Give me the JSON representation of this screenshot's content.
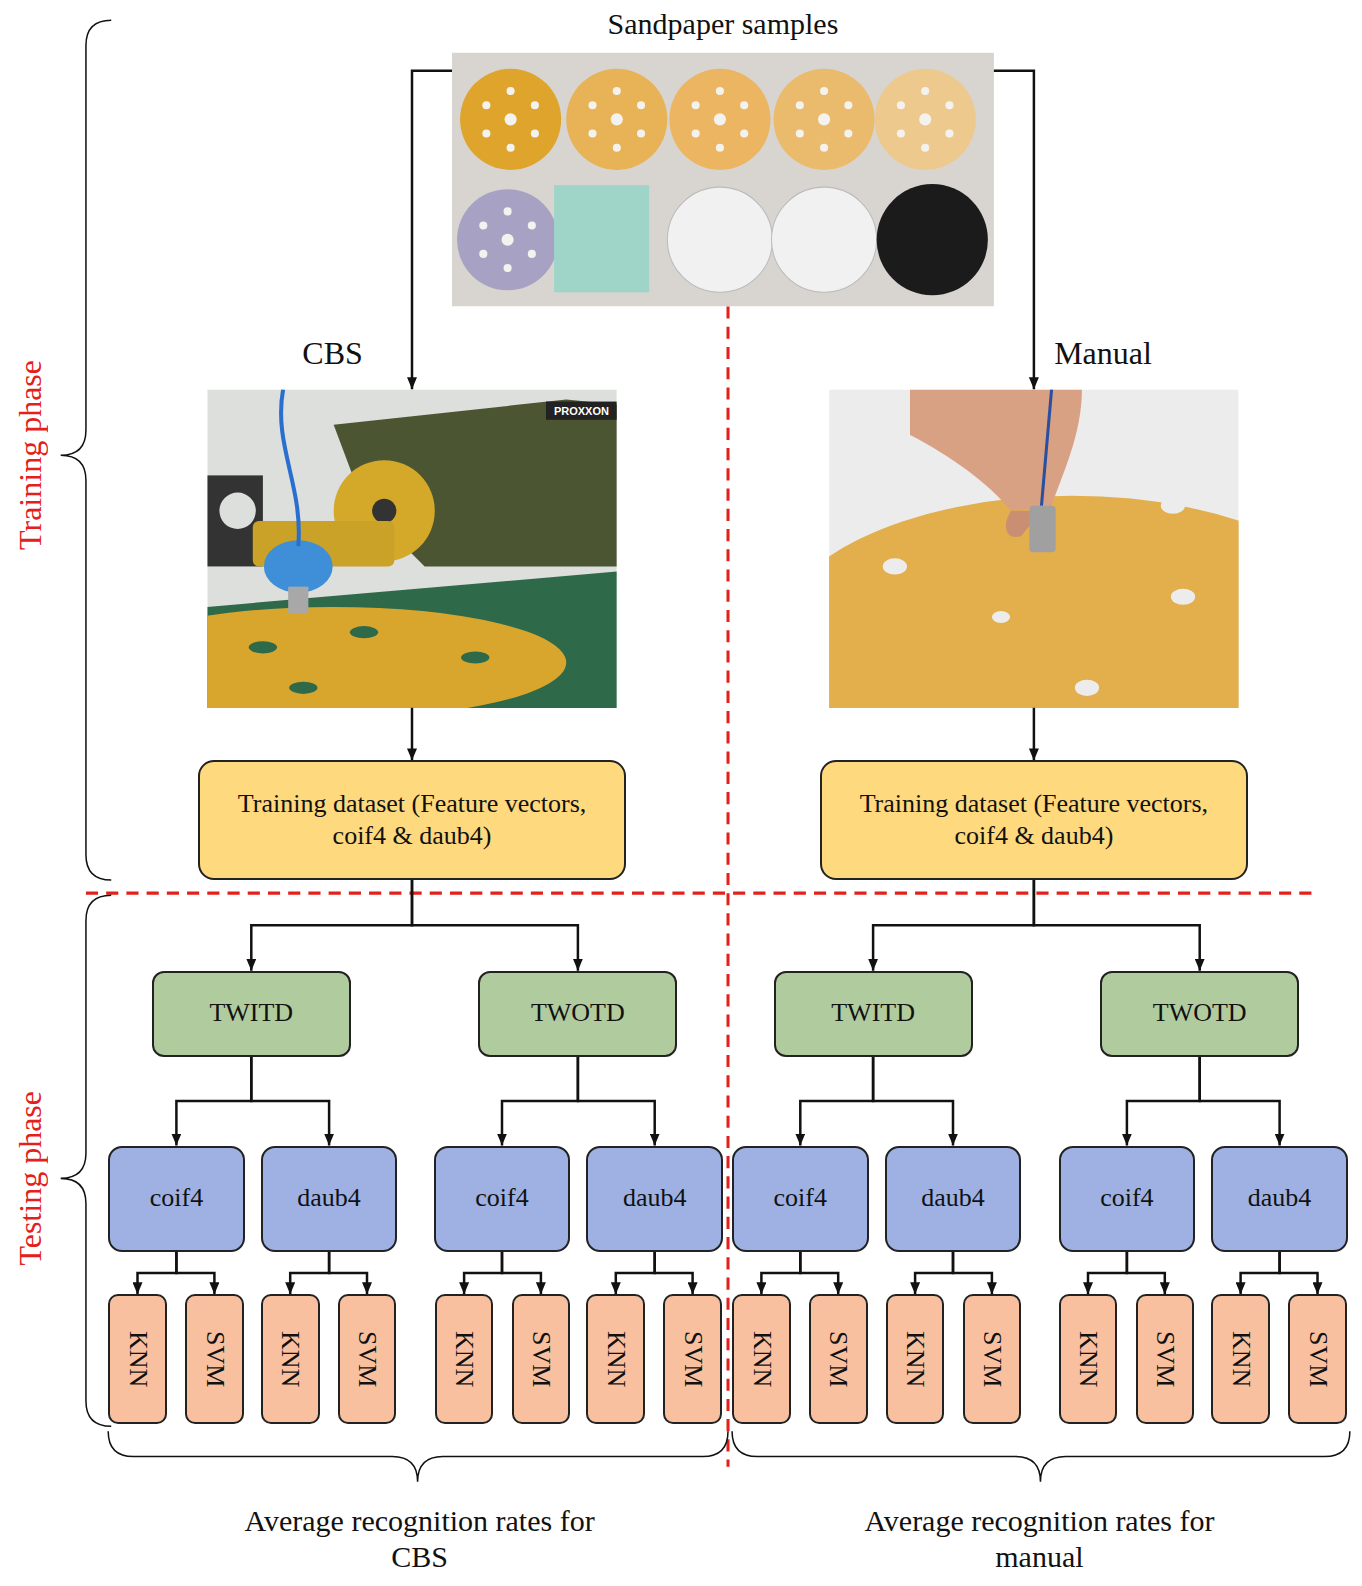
{
  "diagram": {
    "nodes": [
      {
        "text": [
          "Sandpaper samples"
        ]
      },
      {
        "text": [
          "CBS"
        ]
      },
      {
        "text": [
          "Manual"
        ]
      },
      {
        "text": [
          "Training dataset (Feature vectors, coif4 & daub4)"
        ]
      },
      {
        "text": [
          "Training dataset (Feature vectors, coif4 & daub4)"
        ]
      },
      {
        "text": [
          "TWITD"
        ]
      },
      {
        "text": [
          "TWOTD"
        ]
      },
      {
        "text": [
          "TWITD"
        ]
      },
      {
        "text": [
          "TWOTD"
        ]
      },
      {
        "text": [
          "coif4"
        ]
      },
      {
        "text": [
          "daub4"
        ]
      },
      {
        "text": [
          "coif4"
        ]
      },
      {
        "text": [
          "daub4"
        ]
      },
      {
        "text": [
          "coif4"
        ]
      },
      {
        "text": [
          "daub4"
        ]
      },
      {
        "text": [
          "coif4"
        ]
      },
      {
        "text": [
          "daub4"
        ]
      },
      {
        "text": [
          "KNN"
        ]
      },
      {
        "text": [
          "SVM"
        ]
      },
      {
        "text": [
          "KNN"
        ]
      },
      {
        "text": [
          "SVM"
        ]
      },
      {
        "text": [
          "KNN"
        ]
      },
      {
        "text": [
          "SVM"
        ]
      },
      {
        "text": [
          "KNN"
        ]
      },
      {
        "text": [
          "SVM"
        ]
      },
      {
        "text": [
          "KNN"
        ]
      },
      {
        "text": [
          "SVM"
        ]
      },
      {
        "text": [
          "KNN"
        ]
      },
      {
        "text": [
          "SVM"
        ]
      },
      {
        "text": [
          "KNN"
        ]
      },
      {
        "text": [
          "SVM"
        ]
      },
      {
        "text": [
          "KNN"
        ]
      },
      {
        "text": [
          "SVM"
        ]
      }
    ],
    "edges": [
      {
        "from": 0,
        "to": 1,
        "arrow": "to"
      },
      {
        "from": 0,
        "to": 2,
        "arrow": "to"
      },
      {
        "from": 1,
        "to": 3,
        "arrow": "to"
      },
      {
        "from": 2,
        "to": 4,
        "arrow": "to"
      },
      {
        "from": 3,
        "to": 5,
        "arrow": "to"
      },
      {
        "from": 3,
        "to": 6,
        "arrow": "to"
      },
      {
        "from": 4,
        "to": 7,
        "arrow": "to"
      },
      {
        "from": 4,
        "to": 8,
        "arrow": "to"
      },
      {
        "from": 5,
        "to": 9,
        "arrow": "to"
      },
      {
        "from": 5,
        "to": 10,
        "arrow": "to"
      },
      {
        "from": 6,
        "to": 11,
        "arrow": "to"
      },
      {
        "from": 6,
        "to": 12,
        "arrow": "to"
      },
      {
        "from": 7,
        "to": 13,
        "arrow": "to"
      },
      {
        "from": 7,
        "to": 14,
        "arrow": "to"
      },
      {
        "from": 8,
        "to": 15,
        "arrow": "to"
      },
      {
        "from": 8,
        "to": 16,
        "arrow": "to"
      },
      {
        "from": 9,
        "to": 17,
        "arrow": "to"
      },
      {
        "from": 9,
        "to": 18,
        "arrow": "to"
      },
      {
        "from": 10,
        "to": 19,
        "arrow": "to"
      },
      {
        "from": 10,
        "to": 20,
        "arrow": "to"
      },
      {
        "from": 11,
        "to": 21,
        "arrow": "to"
      },
      {
        "from": 11,
        "to": 22,
        "arrow": "to"
      },
      {
        "from": 12,
        "to": 23,
        "arrow": "to"
      },
      {
        "from": 12,
        "to": 24,
        "arrow": "to"
      },
      {
        "from": 13,
        "to": 25,
        "arrow": "to"
      },
      {
        "from": 13,
        "to": 26,
        "arrow": "to"
      },
      {
        "from": 14,
        "to": 27,
        "arrow": "to"
      },
      {
        "from": 14,
        "to": 28,
        "arrow": "to"
      },
      {
        "from": 15,
        "to": 29,
        "arrow": "to"
      },
      {
        "from": 15,
        "to": 30,
        "arrow": "to"
      },
      {
        "from": 16,
        "to": 31,
        "arrow": "to"
      },
      {
        "from": 16,
        "to": 32,
        "arrow": "to"
      }
    ],
    "labels": [
      "Training phase",
      "Testing phase",
      "PROXXON",
      "Average recognition rates for CBS",
      "Average recognition rates for manual"
    ]
  }
}
